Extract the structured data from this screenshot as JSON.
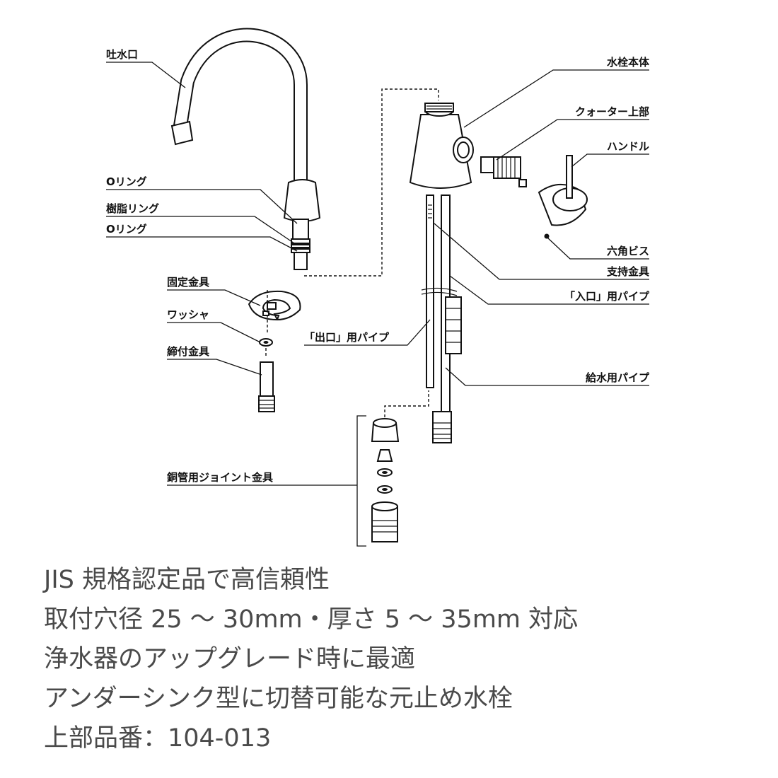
{
  "labels": {
    "spout": "吐水口",
    "o_ring_1": "Oリング",
    "resin_ring": "樹脂リング",
    "o_ring_2": "Oリング",
    "fixing_bracket": "固定金具",
    "washer": "ワッシャ",
    "clamp_bracket": "締付金具",
    "copper_joint": "銅管用ジョイント金具",
    "faucet_body": "水栓本体",
    "quarter_top": "クォーター上部",
    "handle": "ハンドル",
    "hex_screw": "六角ビス",
    "support_bracket": "支持金具",
    "inlet_pipe": "「入口」用パイプ",
    "outlet_pipe": "「出口」用パイプ",
    "supply_pipe": "給水用パイプ"
  },
  "features": [
    "JIS 規格認定品で高信頼性",
    "取付穴径 25 ～ 30mm・厚さ 5 ～ 35mm 対応",
    "浄水器のアップグレード時に最適",
    "アンダーシンク型に切替可能な元止め水栓",
    "上部品番：104-013"
  ]
}
